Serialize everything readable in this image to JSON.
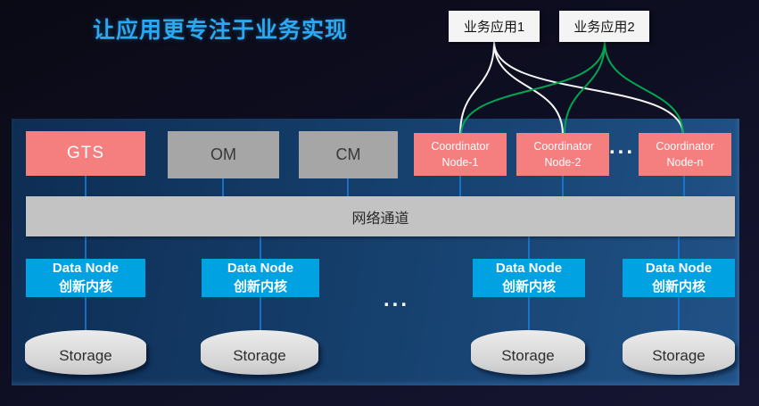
{
  "title": "让应用更专注于业务实现",
  "apps": [
    {
      "label": "业务应用1"
    },
    {
      "label": "业务应用2"
    }
  ],
  "cluster": {
    "gts_label": "GTS",
    "om_label": "OM",
    "cm_label": "CM",
    "coordinators": [
      {
        "label": "Coordinator\nNode-1"
      },
      {
        "label": "Coordinator\nNode-2"
      },
      {
        "label": "Coordinator\nNode-n"
      }
    ],
    "coordinator_ellipsis": "...",
    "network_bar_label": "网络通道",
    "data_nodes": [
      {
        "label": "Data Node\n创新内核"
      },
      {
        "label": "Data Node\n创新内核"
      },
      {
        "label": "Data Node\n创新内核"
      },
      {
        "label": "Data Node\n创新内核"
      }
    ],
    "data_node_ellipsis": "...",
    "storages": [
      {
        "label": "Storage"
      },
      {
        "label": "Storage"
      },
      {
        "label": "Storage"
      },
      {
        "label": "Storage"
      }
    ]
  },
  "colors": {
    "title_blue": "#2AA9F2",
    "panel_blue": "#16416F",
    "highlight_pink": "#F57F7F",
    "neutral_gray": "#A6A6A6",
    "network_bar_gray": "#C3C3C3",
    "data_node_blue": "#00A2E2",
    "connector_blue": "#1A7AD2",
    "app1_link_white": "#F5F5F5",
    "app2_link_green": "#00A651",
    "storage_gray": "#D9D9D9"
  }
}
